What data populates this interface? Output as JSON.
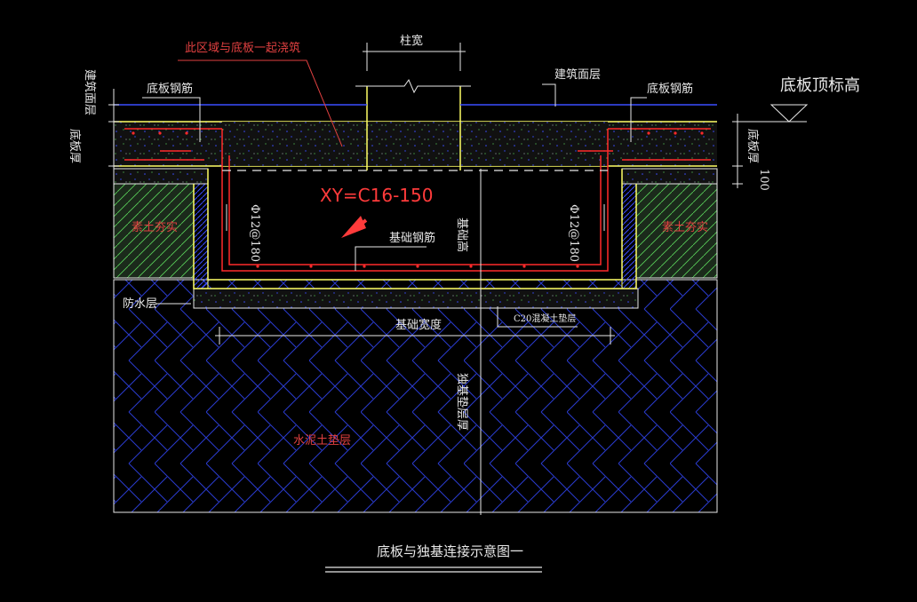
{
  "drawing": {
    "title": "底板与独基连接示意图一",
    "annotation": "XY=C16-150",
    "labels": {
      "pour_together": "此区域与底板一起浇筑",
      "column_width": "柱宽",
      "arch_finish_left": "建筑面层",
      "arch_finish_right": "建筑面层",
      "slab_rebar_left": "底板钢筋",
      "slab_rebar_right": "底板钢筋",
      "slab_top_elev": "底板顶标高",
      "slab_thk_left": "底板厚",
      "slab_thk_right": "底板厚",
      "fill_left": "素土夯实",
      "fill_right": "素土夯实",
      "stirrup_left": "Φ12@180",
      "stirrup_right": "Φ12@180",
      "foundation_rebar": "基础钢筋",
      "foundation_height": "基础高",
      "waterproof": "防水层",
      "foundation_width": "基础宽度",
      "c20_cushion": "C20混凝土垫层",
      "cushion_thk": "独基垫层厚",
      "cement_cushion": "水泥土垫层",
      "dim_100": "100"
    }
  },
  "colors": {
    "background": "#000000",
    "line": "#e8e8e8",
    "yellow": "#ffff66",
    "red": "#ff2a2a",
    "blue": "#3a4dff",
    "green": "#5ad35a",
    "annotation": "#ff3b3b"
  }
}
